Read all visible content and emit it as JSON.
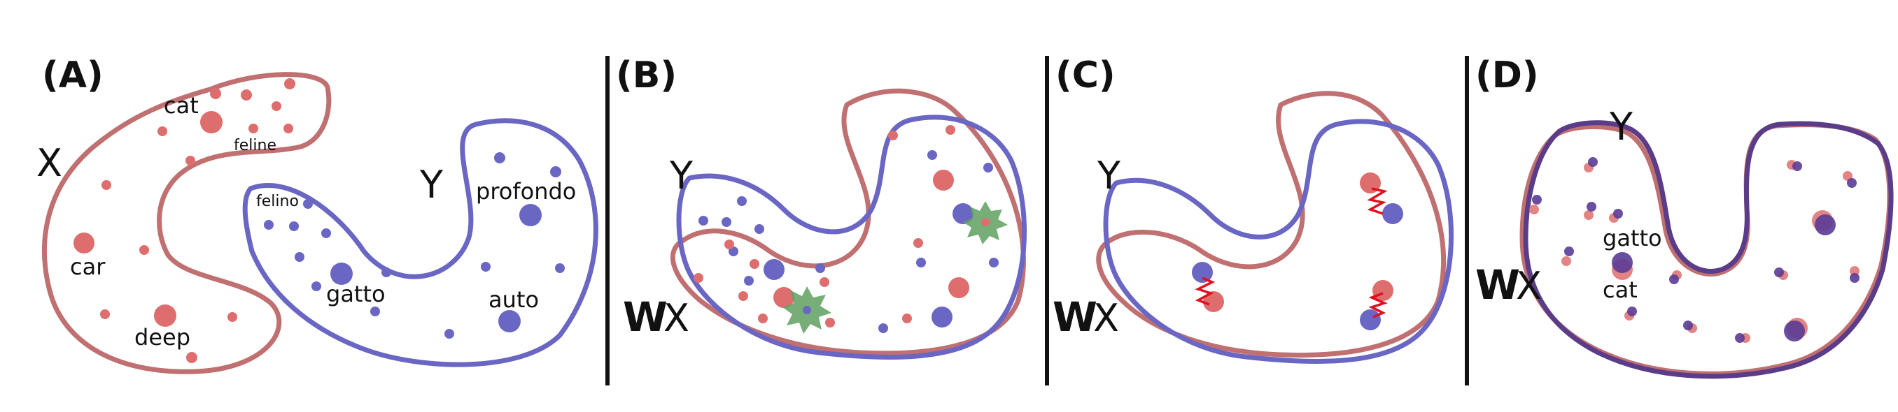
{
  "panels": {
    "a": {
      "letter": "(A)",
      "x_label": "X",
      "y_label": "Y",
      "words": {
        "cat": "cat",
        "feline": "feline",
        "felino": "felino",
        "car": "car",
        "deep": "deep",
        "gatto": "gatto",
        "profondo": "profondo",
        "auto": "auto"
      }
    },
    "b": {
      "letter": "(B)",
      "y_label": "Y",
      "w_label": "W",
      "x_label": "X"
    },
    "c": {
      "letter": "(C)",
      "y_label": "Y",
      "w_label": "W",
      "x_label": "X"
    },
    "d": {
      "letter": "(D)",
      "y_label": "Y",
      "w_label": "W",
      "x_label": "X",
      "words": {
        "gatto": "gatto",
        "cat": "cat"
      }
    }
  },
  "colors": {
    "source_space": "#c07070",
    "target_space": "#6a66c4",
    "aligned_space": "#5a3c88",
    "anchor_star": "#5fa05f",
    "refinement_zigzag": "#e0101e"
  }
}
